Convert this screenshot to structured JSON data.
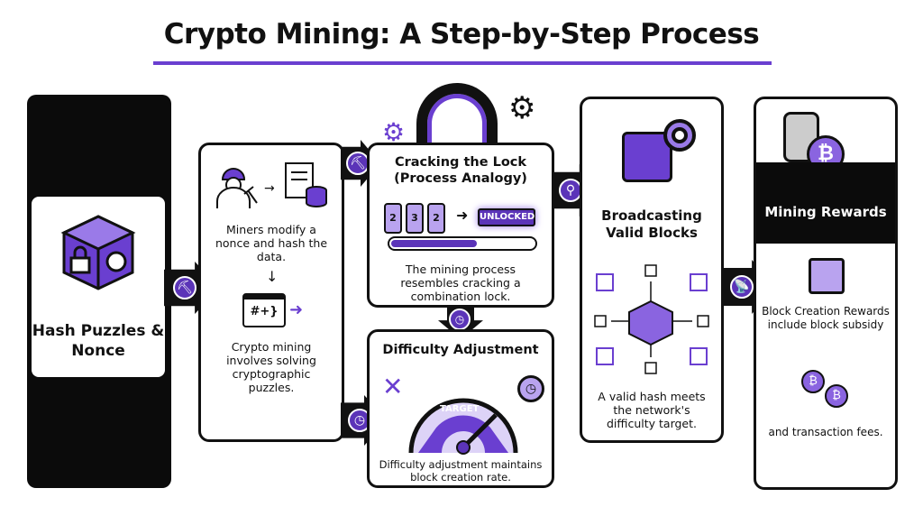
{
  "title": "Crypto Mining: A Step-by-Step Process",
  "steps": {
    "hash": {
      "heading": "Hash Puzzles & Nonce"
    },
    "miners": {
      "text1": "Miners modify a nonce and hash the data.",
      "code": "#+}",
      "text2": "Crypto mining involves solving cryptographic puzzles."
    },
    "lock": {
      "heading": "Cracking the Lock (Process Analogy)",
      "dials": [
        "2",
        "3",
        "2"
      ],
      "status": "UNLOCKED",
      "progress": 0.6,
      "text": "The mining process resembles cracking a combination lock."
    },
    "difficulty": {
      "heading": "Difficulty Adjustment",
      "gauge_label": "TARGET",
      "text": "Difficulty adjustment maintains block creation rate."
    },
    "broadcast": {
      "heading": "Broadcasting Valid Blocks",
      "text": "A valid hash meets the network's difficulty target."
    },
    "rewards": {
      "heading": "Mining Rewards",
      "text1": "Block Creation Rewards include block subsidy",
      "text2": "and transaction fees."
    }
  },
  "colors": {
    "accent": "#6a3fd0",
    "dark": "#111111"
  }
}
